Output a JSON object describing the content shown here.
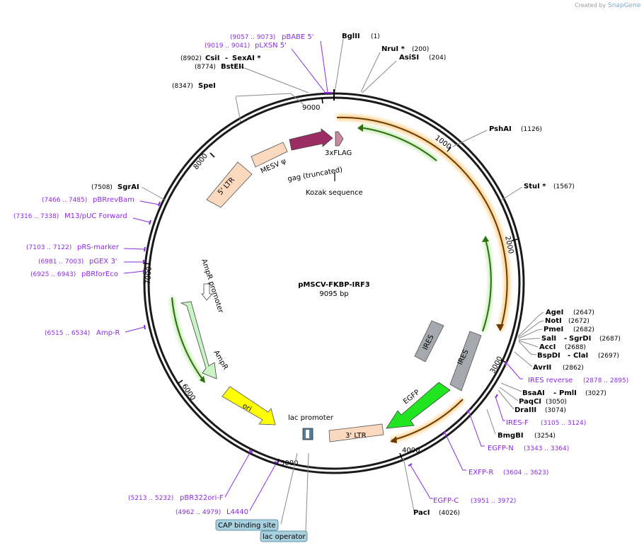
{
  "credit": {
    "prefix": "Created by",
    "brand": "SnapGene"
  },
  "plasmid": {
    "name": "pMSCV-FKBP-IRF3",
    "size": "9095 bp"
  },
  "ticks": [
    "1000",
    "2000",
    "3000",
    "4000",
    "5000",
    "6000",
    "7000",
    "8000",
    "9000"
  ],
  "features": {
    "ltr5": "5' LTR",
    "mesv": "MESV ψ",
    "gag": "gag (truncated)",
    "flag": "3xFLAG",
    "kozak": "Kozak sequence",
    "ampr_promoter": "AmpR promoter",
    "ampr": "AmpR",
    "ori": "ori",
    "lac_promoter": "lac promoter",
    "ltr3": "3' LTR",
    "egfp": "EGFP",
    "ires_in": "IRES",
    "ires_out": "IRES",
    "cap_site": "CAP binding site",
    "lac_operator": "lac operator"
  },
  "enzymes": [
    {
      "name": "BglII",
      "pos": "(1)"
    },
    {
      "name": "NruI *",
      "pos": "(200)"
    },
    {
      "name": "AsiSI",
      "pos": "(204)"
    },
    {
      "name": "PshAI",
      "pos": "(1126)"
    },
    {
      "name": "StuI *",
      "pos": "(1567)"
    },
    {
      "name": "AgeI",
      "pos": "(2647)"
    },
    {
      "name": "NotI",
      "pos": "(2672)"
    },
    {
      "name": "PmeI",
      "pos": "(2682)"
    },
    {
      "name": "SalI",
      "pos": "(2687)",
      "pair": "SgrDI"
    },
    {
      "name": "AccI",
      "pos": "(2688)"
    },
    {
      "name": "BspDI",
      "pos": "(2697)",
      "pair": "ClaI"
    },
    {
      "name": "AvrII",
      "pos": "(2862)"
    },
    {
      "name": "BsaAI",
      "pos": "(3027)",
      "pair": "PmlI"
    },
    {
      "name": "PaqCI",
      "pos": "(3050)"
    },
    {
      "name": "DraIII",
      "pos": "(3074)"
    },
    {
      "name": "BmgBI",
      "pos": "(3254)"
    },
    {
      "name": "PacI",
      "pos": "(4026)"
    },
    {
      "name": "SpeI",
      "pos": "(8347)"
    },
    {
      "name": "BstEII",
      "pos": "(8774)"
    },
    {
      "name": "CsiI",
      "pos": "(8902)",
      "pair": "SexAI *"
    },
    {
      "name": "SgrAI",
      "pos": "(7508)"
    }
  ],
  "primers": [
    {
      "name": "pBABE 5'",
      "range": "(9057 .. 9073)"
    },
    {
      "name": "pLXSN 5'",
      "range": "(9019 .. 9041)"
    },
    {
      "name": "pBRrevBam",
      "range": "(7466 .. 7485)"
    },
    {
      "name": "M13/pUC Forward",
      "range": "(7316 .. 7338)"
    },
    {
      "name": "pRS-marker",
      "range": "(7103 .. 7122)"
    },
    {
      "name": "pGEX 3'",
      "range": "(6981 .. 7003)"
    },
    {
      "name": "pBRforEco",
      "range": "(6925 .. 6943)"
    },
    {
      "name": "Amp-R",
      "range": "(6515 .. 6534)"
    },
    {
      "name": "pBR322ori-F",
      "range": "(5213 .. 5232)"
    },
    {
      "name": "L4440",
      "range": "(4962 .. 4979)"
    },
    {
      "name": "IRES reverse",
      "range": "(2878 .. 2895)"
    },
    {
      "name": "IRES-F",
      "range": "(3105 .. 3124)"
    },
    {
      "name": "EGFP-N",
      "range": "(3343 .. 3364)"
    },
    {
      "name": "EXFP-R",
      "range": "(3604 .. 3623)"
    },
    {
      "name": "EGFP-C",
      "range": "(3951 .. 3972)"
    }
  ],
  "colors": {
    "ltr": "#fbd9bf",
    "gag": "#9b2d63",
    "flag": "#c88b9b",
    "ampr": "#c8f5c3",
    "ori": "#ffff00",
    "egfp": "#22e522",
    "ires": "#a5a9ad",
    "primer": "#8a2be2",
    "orf": "#f5a623",
    "green": "#3a8a1a",
    "cap": "#a8d0df"
  }
}
